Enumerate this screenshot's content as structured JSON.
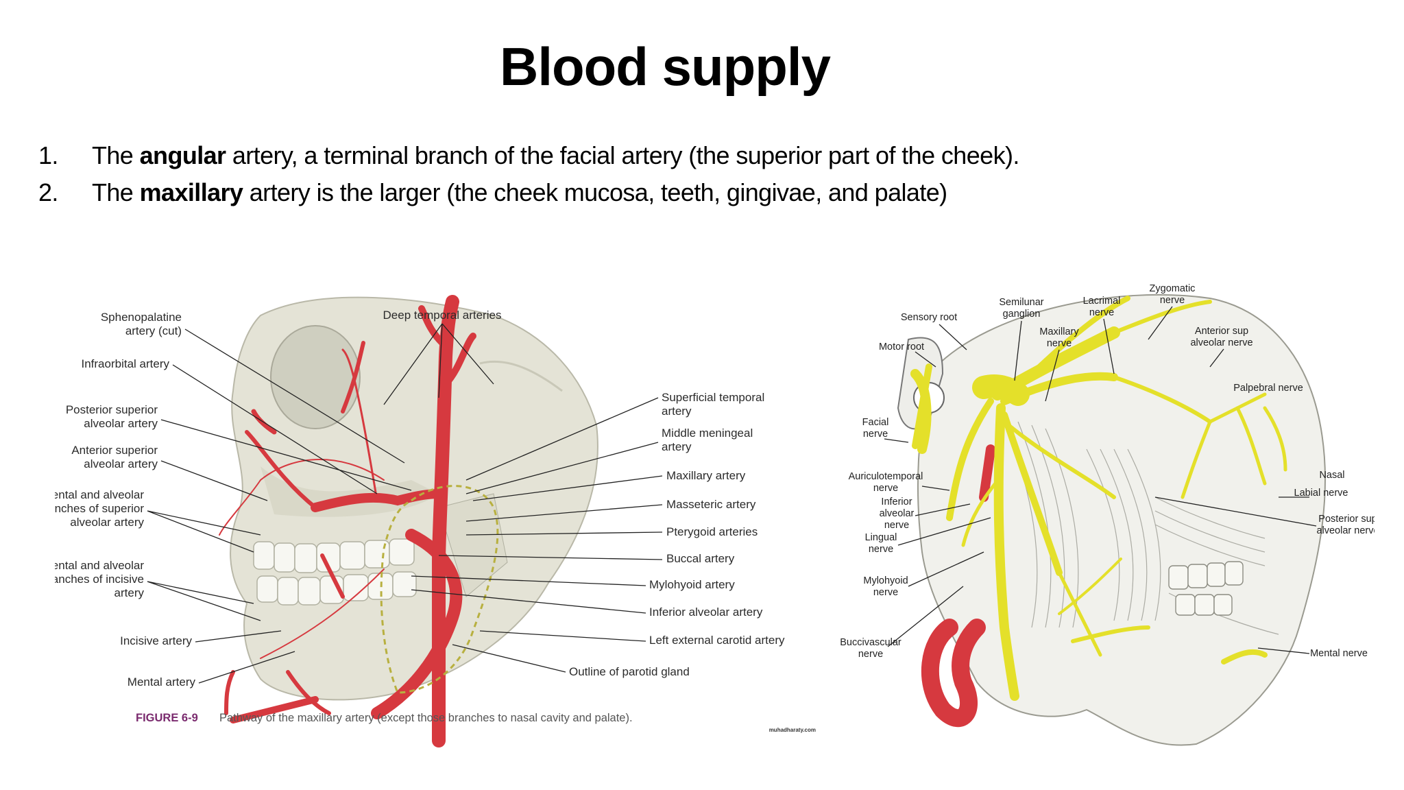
{
  "slide": {
    "title": "Blood supply",
    "bullets": [
      {
        "num": "1.",
        "pre": "The ",
        "bold": "angular",
        "post": " artery, a terminal branch of the facial artery (the superior part of the cheek)."
      },
      {
        "num": "2.",
        "pre": "The ",
        "bold": "maxillary",
        "post": " artery is the larger (the cheek mucosa, teeth, gingivae, and palate)"
      }
    ]
  },
  "figure_left": {
    "labels_left": {
      "sphenopalatine_1": "Sphenopalatine",
      "sphenopalatine_2": "artery (cut)",
      "infraorbital": "Infraorbital artery",
      "post_sup_1": "Posterior superior",
      "post_sup_2": "alveolar artery",
      "ant_sup_1": "Anterior superior",
      "ant_sup_2": "alveolar artery",
      "dental_sup_1": "Dental and alveolar",
      "dental_sup_2": "branches of superior",
      "dental_sup_3": "alveolar artery",
      "dental_inc_1": "Dental and alveolar",
      "dental_inc_2": "branches of incisive",
      "dental_inc_3": "artery",
      "incisive": "Incisive artery",
      "mental": "Mental artery"
    },
    "labels_top": {
      "deep_temporal": "Deep temporal arteries"
    },
    "labels_right": {
      "sup_temporal_1": "Superficial temporal",
      "sup_temporal_2": "artery",
      "mid_meningeal_1": "Middle meningeal",
      "mid_meningeal_2": "artery",
      "maxillary": "Maxillary artery",
      "masseteric": "Masseteric artery",
      "pterygoid": "Pterygoid arteries",
      "buccal": "Buccal artery",
      "mylohyoid": "Mylohyoid artery",
      "inf_alveolar": "Inferior alveolar artery",
      "left_ext_carotid": "Left external carotid artery",
      "parotid": "Outline of parotid gland"
    },
    "caption": {
      "figure_no": "FIGURE 6-9",
      "text": "Pathway of the maxillary artery (except those branches to nasal cavity and palate)."
    },
    "watermark": "muhadharaty.com"
  },
  "figure_right": {
    "labels": {
      "sensory_root": "Sensory root",
      "motor_root": "Motor root",
      "semilunar_1": "Semilunar",
      "semilunar_2": "ganglion",
      "maxillary_1": "Maxillary",
      "maxillary_2": "nerve",
      "lacrimal_1": "Lacrimal",
      "lacrimal_2": "nerve",
      "zygomatic_1": "Zygomatic",
      "zygomatic_2": "nerve",
      "ant_sup_alv_1": "Anterior sup",
      "ant_sup_alv_2": "alveolar nerve",
      "palpebral": "Palpebral nerve",
      "facial_1": "Facial",
      "facial_2": "nerve",
      "auriculotemporal_1": "Auriculotemporal",
      "auriculotemporal_2": "nerve",
      "inf_alv_1": "Inferior",
      "inf_alv_2": "alveolar",
      "inf_alv_3": "nerve",
      "lingual_1": "Lingual",
      "lingual_2": "nerve",
      "mylohyoid_1": "Mylohyoid",
      "mylohyoid_2": "nerve",
      "buccivascular_1": "Buccivascular",
      "buccivascular_2": "nerve",
      "nasal": "Nasal",
      "labial": "Labial nerve",
      "post_sup_1": "Posterior sup",
      "post_sup_2": "alveolar nerve",
      "mental": "Mental nerve"
    }
  },
  "colors": {
    "artery": "#d6393f",
    "nerve": "#e4e02a",
    "bone": "#e4e3d6",
    "caption_accent": "#7a2a6e"
  }
}
